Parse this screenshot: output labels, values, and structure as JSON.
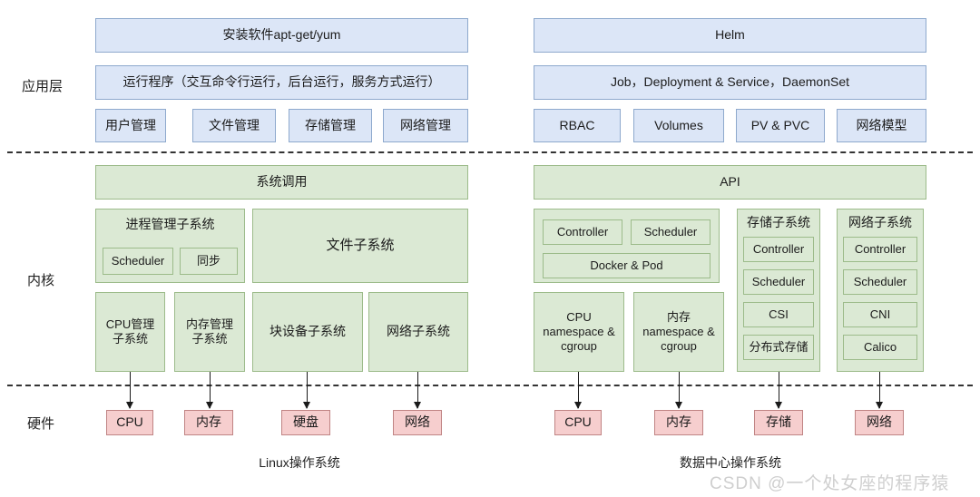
{
  "diagram": {
    "row_labels": {
      "application": "应用层",
      "kernel": "内核",
      "hardware": "硬件"
    },
    "captions": {
      "left": "Linux操作系统",
      "right": "数据中心操作系统"
    },
    "watermark": "CSDN @一个处女座的程序猿",
    "colors": {
      "application_fill": "#dce6f7",
      "application_border": "#8ea9cd",
      "kernel_fill": "#dbe9d4",
      "kernel_border": "#9cbb8a",
      "hardware_fill": "#f6cece",
      "hardware_border": "#c08484",
      "divider": "#333333"
    },
    "left_column": {
      "application": {
        "row1": "安装软件apt-get/yum",
        "row2": "运行程序（交互命令行运行，后台运行，服务方式运行）",
        "row3": [
          "用户管理",
          "文件管理",
          "存储管理",
          "网络管理"
        ]
      },
      "kernel": {
        "top": "系统调用",
        "process_group": {
          "title": "进程管理子系统",
          "children": [
            "Scheduler",
            "同步"
          ]
        },
        "file_subsystem": "文件子系统",
        "bottom_row": [
          "CPU管理\n子系统",
          "内存管理\n子系统",
          "块设备子系统",
          "网络子系统"
        ]
      },
      "hardware": [
        "CPU",
        "内存",
        "硬盘",
        "网络"
      ]
    },
    "right_column": {
      "application": {
        "row1": "Helm",
        "row2": "Job，Deployment & Service，DaemonSet",
        "row3": [
          "RBAC",
          "Volumes",
          "PV & PVC",
          "网络模型"
        ]
      },
      "kernel": {
        "top": "API",
        "control_group": {
          "children": [
            "Controller",
            "Scheduler",
            "Docker & Pod"
          ]
        },
        "storage_group": {
          "title": "存储子系统",
          "children": [
            "Controller",
            "Scheduler",
            "CSI",
            "分布式存储"
          ]
        },
        "network_group": {
          "title": "网络子系统",
          "children": [
            "Controller",
            "Scheduler",
            "CNI",
            "Calico"
          ]
        },
        "bottom_row": [
          "CPU\nnamespace &\ncgroup",
          "内存\nnamespace &\ncgroup"
        ]
      },
      "hardware": [
        "CPU",
        "内存",
        "存储",
        "网络"
      ]
    }
  }
}
